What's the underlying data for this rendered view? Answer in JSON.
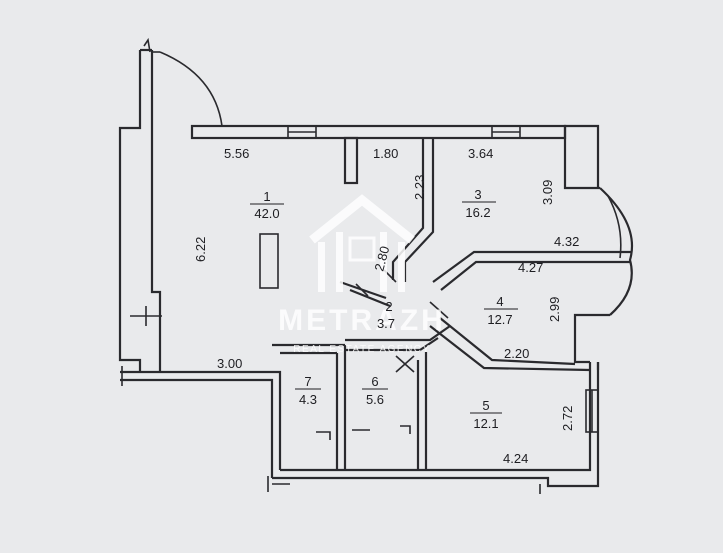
{
  "rooms": [
    {
      "number": "1",
      "area": "42.0"
    },
    {
      "number": "2",
      "area": "3.7"
    },
    {
      "number": "3",
      "area": "16.2"
    },
    {
      "number": "4",
      "area": "12.7"
    },
    {
      "number": "5",
      "area": "12.1"
    },
    {
      "number": "6",
      "area": "5.6"
    },
    {
      "number": "7",
      "area": "4.3"
    }
  ],
  "dimensions": {
    "d556": "5.56",
    "d180": "1.80",
    "d364": "3.64",
    "d309": "3.09",
    "d223": "2.23",
    "d280": "2.80",
    "d622": "6.22",
    "d432": "4.32",
    "d427": "4.27",
    "d299": "2.99",
    "d220": "2.20",
    "d300": "3.00",
    "d272": "2.72",
    "d424": "4.24"
  },
  "watermark": {
    "brand": "METRAZH",
    "tagline": "REAL ESTATE AGENCY"
  },
  "colors": {
    "background": "#e9eaec",
    "wall": "#2a2a2e",
    "watermark": "#ffffff"
  }
}
